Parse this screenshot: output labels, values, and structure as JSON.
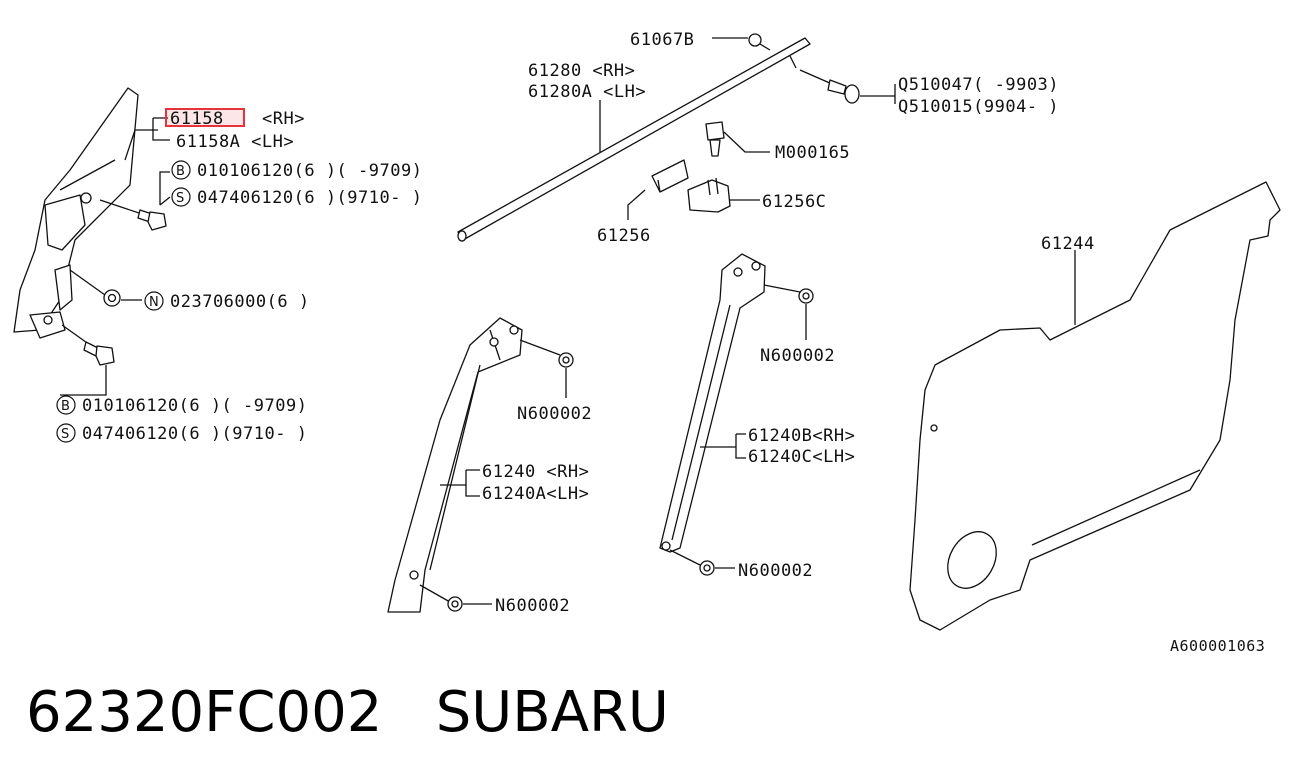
{
  "labels": {
    "p61158": "61158",
    "p61158_rh": "<RH>",
    "p61158a": "61158A <LH>",
    "b1": "010106120(6 )(  -9709)",
    "s1": "047406120(6 )(9710-  )",
    "n1": "023706000(6 )",
    "b2": "010106120(6 )(  -9709)",
    "s2": "047406120(6 )(9710-  )",
    "p61067b": "61067B",
    "p61280": "61280  <RH>",
    "p61280a": "61280A <LH>",
    "q510047": "Q510047(   -9903)",
    "q510015": "Q510015(9904-   )",
    "m000165": "M000165",
    "p61256": "61256",
    "p61256c": "61256C",
    "p61244": "61244",
    "n600002_a": "N600002",
    "n600002_b": "N600002",
    "n600002_c": "N600002",
    "n600002_d": "N600002",
    "p61240": "61240  <RH>",
    "p61240a": "61240A<LH>",
    "p61240b": "61240B<RH>",
    "p61240c": "61240C<LH>",
    "diagram_id": "A600001063"
  },
  "badges": {
    "b": "B",
    "s": "S",
    "n": "N"
  },
  "highlight_color": "#e8323c",
  "footer": {
    "title": "62320FC002   SUBARU"
  }
}
